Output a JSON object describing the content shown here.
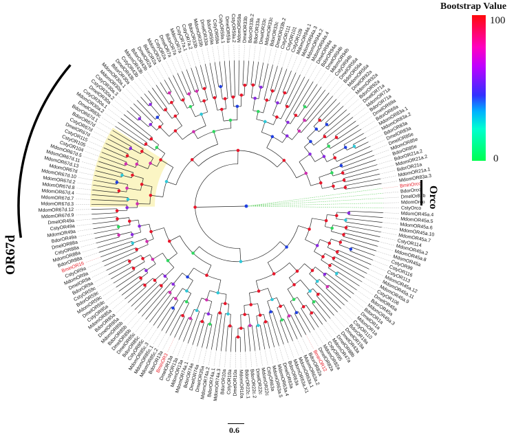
{
  "legend": {
    "title": "Bootstrap Value",
    "max_label": "100",
    "min_label": "0",
    "colors": [
      "#ff0a0a",
      "#ff00c0",
      "#c000ff",
      "#3030ff",
      "#00b0ff",
      "#00ffd0",
      "#00ff50"
    ]
  },
  "clade_labels": {
    "orco": "Orco",
    "or67d": "OR67d"
  },
  "scale_bar": {
    "label": "0.6",
    "value": 0.6
  },
  "colors": {
    "highlight_label": "#e8202a",
    "or67d_shade": "#fbf5c4",
    "orco_branch": "#7fd87f",
    "branch": "#222222"
  },
  "highlighted_leaves": [
    "BminOrco",
    "BminOR12",
    "BminOR3",
    "BminOR16"
  ],
  "orco_clade": [
    "BminOrco",
    "BdorOrco",
    "DmelOr83b",
    "MdomOrco",
    "CstyOrco"
  ],
  "or67d_clade": [
    "MdomOR67d.3",
    "MdomOR67d.7",
    "MdomOR67d.4",
    "MdomOR67d.8",
    "MdomOR67d.2",
    "MdomOR67d.10",
    "MdomOR67d",
    "MdomOR67d.13",
    "MdomOR67d.11",
    "MdomOR67d.5",
    "CstyOR104",
    "CstyOR105",
    "CstyOR115",
    "DmelOR67d",
    "CstyOR67d",
    "BdorOR67d",
    "BdorOR67d.1"
  ],
  "leaves": [
    "BminOrco",
    "BdorOrco",
    "DmelOr83b",
    "MdomOrco",
    "CstyOrco",
    "MdomOR45a.4",
    "MdomOR45a.5",
    "MdomOR45a.6",
    "MdomOR45a.10",
    "MdomOR45a.7",
    "CstyOR114",
    "MdomOR45a.2",
    "MdomOR45a.8",
    "MdomOR45a",
    "CstyOR99",
    "CstyOR116",
    "CstyOR113",
    "MdomOR45a.12",
    "MdomOR45a.11",
    "MdomOR45a.9",
    "CstyOR106",
    "DmelOR45a",
    "BdorOR45a",
    "MdomOR45a.3",
    "BdorOR1a",
    "DmelOR1a",
    "MdomOR1a",
    "CstyOR110",
    "BdorOR19a",
    "DmelOR19a",
    "DmelOR43a",
    "DmelOR98b",
    "MdomOR47a",
    "CstyOR95",
    "MdomOR82a",
    "DmelOR82a",
    "BminOR12",
    "BdorOR82a",
    "MdomOR63a.2",
    "MdomOR63a.1",
    "MdomOR63a.X1",
    "BdorOR63a",
    "DmelOR63a",
    "MdomOR63a.4",
    "MdomOR63a.5",
    "CstyOR63a",
    "MdomOR22c",
    "DmelOR22c",
    "BdorOR22c.2",
    "BdorOR22c.1",
    "MdomOR10a",
    "DmelOR10a",
    "CstyOR10a",
    "BdorOR10a",
    "MdomOR74a.3",
    "BdorOR74a.1",
    "MdomOR74a.2",
    "DmelOR35a",
    "DmelOR74a",
    "BdorOR74a",
    "MdomOR74a.1",
    "MdomOR13a",
    "CstyOR13a",
    "DmelOR13a",
    "BminOR3",
    "BdorOR13a",
    "MdomOR85c.2",
    "MdomOR85c.1",
    "MdomOR85c.3",
    "CstyOR85c",
    "BdorOR85c",
    "DmelOR85c",
    "DmelOR85b",
    "BdorOR85b",
    "MdomOR85b",
    "DmelOR85a",
    "BdorOR85a",
    "MdomOR85a",
    "CstyOR85a",
    "DmelOR59c",
    "MdomOR59c",
    "BdorOR59c",
    "CstyOR59c",
    "BdorOR9a",
    "DmelOR9a",
    "MdomOR9a",
    "CstyOR9a",
    "BminOR16",
    "BdorOR88a",
    "MdomOR88a",
    "CstyOR88a",
    "DmelOR88a",
    "BdorOR49a",
    "MdomOR49a",
    "CstyOR49a",
    "DmelOR49a",
    "MdomOR67d.9",
    "MdomOR67d.12",
    "MdomOR67d.3",
    "MdomOR67d.7",
    "MdomOR67d.4",
    "MdomOR67d.8",
    "MdomOR67d.2",
    "MdomOR67d.10",
    "MdomOR67d",
    "MdomOR67d.13",
    "MdomOR67d.11",
    "MdomOR67d.5",
    "CstyOR104",
    "CstyOR105",
    "CstyOR115",
    "DmelOR67d",
    "CstyOR67d",
    "BdorOR67d",
    "BdorOR67d.1",
    "DmelOR83c",
    "MdomOR30a.2",
    "CstyOR30a.1",
    "DmelOR30a",
    "CstyOR30a.2",
    "CstyOR30a.3",
    "MdomOR30a",
    "MdomOR30a.1",
    "BdorOR30a",
    "DmelOR43b",
    "CstyOR43b",
    "MdomOR43b",
    "BdorOR43b",
    "DmelOR2a",
    "BdorOR2a",
    "MdomOR2a",
    "CstyOR2a",
    "DmelOR7a",
    "BdorOR7a",
    "MdomOR7a",
    "CstyOR7a.1",
    "CstyOR7a.2",
    "BdorOR33b",
    "MdomOR33b",
    "DmelOR33a",
    "BdorOR59a",
    "CstyOR59a",
    "CstyOR59a.1",
    "DmelOR59a",
    "CstyOR59a.2",
    "MdomOR59a",
    "DmelOR33b",
    "BdorOR33b.2",
    "BdorOR33a",
    "DmelOR33c",
    "MdomOR33c",
    "BdorOR33c",
    "DmelOR33b.2",
    "CstyOR111",
    "CstyOR101",
    "CstyOR109",
    "MdomOR94a.1",
    "MdomOR94a.3",
    "MdomOR94a.2",
    "MdomOR94a.4",
    "DmelOR94a",
    "BdorOR94a",
    "DmelOR94b",
    "MdomOR94b",
    "CstyOR94b",
    "DmelOR56a",
    "BdorOR56a",
    "MdomOR56a",
    "DmelOR92a",
    "MdomOR92a",
    "BdorOR92a",
    "DmelOR71a",
    "MdomOR71a",
    "BdorOR71a",
    "DmelOR69a",
    "BdorOR69a",
    "MdomOR83a.1",
    "MdomOR83a.2",
    "BdorOR83a",
    "DmelOR83a",
    "DmelOR85e",
    "MdomOR85e",
    "BdorOR85e",
    "BdorOR21a.2",
    "MdomOR21a.2",
    "BdorOR21a",
    "MdomOR21a.1",
    "MdomOR83a.3"
  ]
}
